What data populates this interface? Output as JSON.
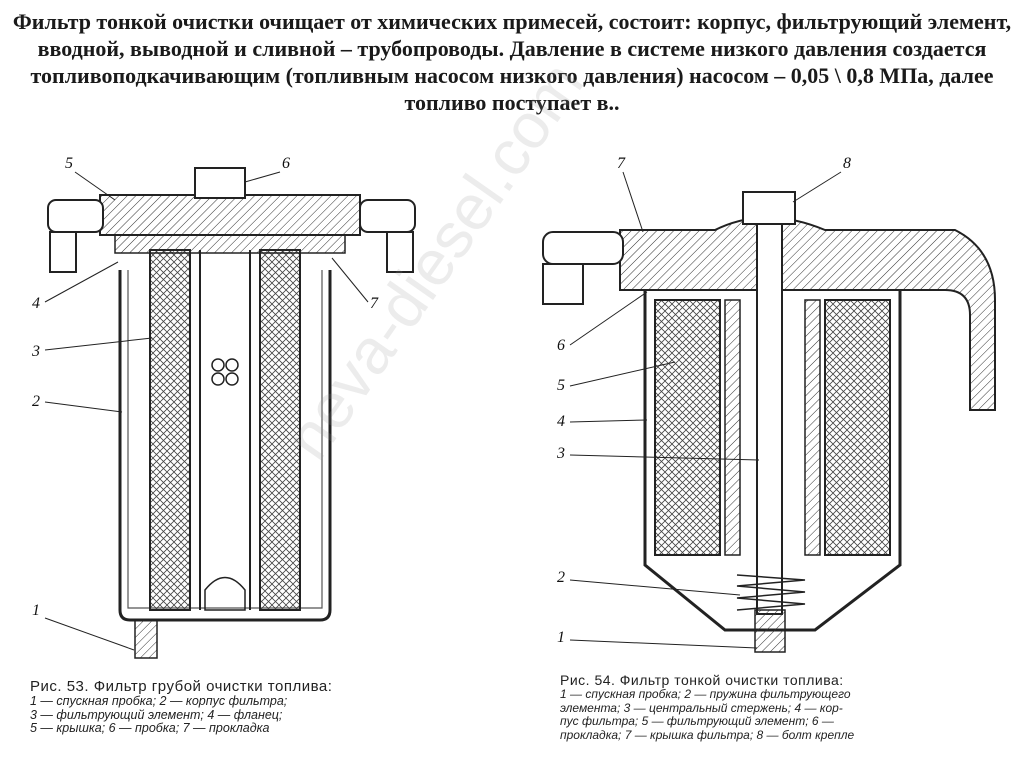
{
  "title": "Фильтр тонкой очистки очищает от химических примесей, состоит: корпус, фильтрующий элемент, вводной, выводной и сливной – трубопроводы. Давление в системе низкого давления создается топливоподкачивающим (топливным насосом низкого давления) насосом – 0,05 \\ 0,8 МПа, далее топливо поступает в..",
  "watermark": "neva-diesel.com",
  "figure53": {
    "callouts": [
      "5",
      "6",
      "4",
      "7",
      "3",
      "2",
      "1"
    ],
    "caption_title": "Рис. 53. Фильтр грубой очистки топлива:",
    "caption_lines": [
      "1 — спускная пробка; 2 — корпус фильтра;",
      "3 — фильтрующий элемент; 4 — фланец;",
      "5 — крышка; 6 — пробка; 7 — прокладка"
    ]
  },
  "figure54": {
    "callouts": [
      "7",
      "8",
      "6",
      "5",
      "4",
      "3",
      "2",
      "1"
    ],
    "caption_title": "Рис. 54. Фильтр тонкой очистки топлива:",
    "caption_lines": [
      "1 — спускная пробка; 2 — пружина фильтрующего",
      "элемента; 3 — центральный стержень; 4 — кор-",
      "пус фильтра; 5 — фильтрующий элемент; 6 —",
      "прокладка; 7 — крышка фильтра; 8 — болт крепле"
    ]
  }
}
